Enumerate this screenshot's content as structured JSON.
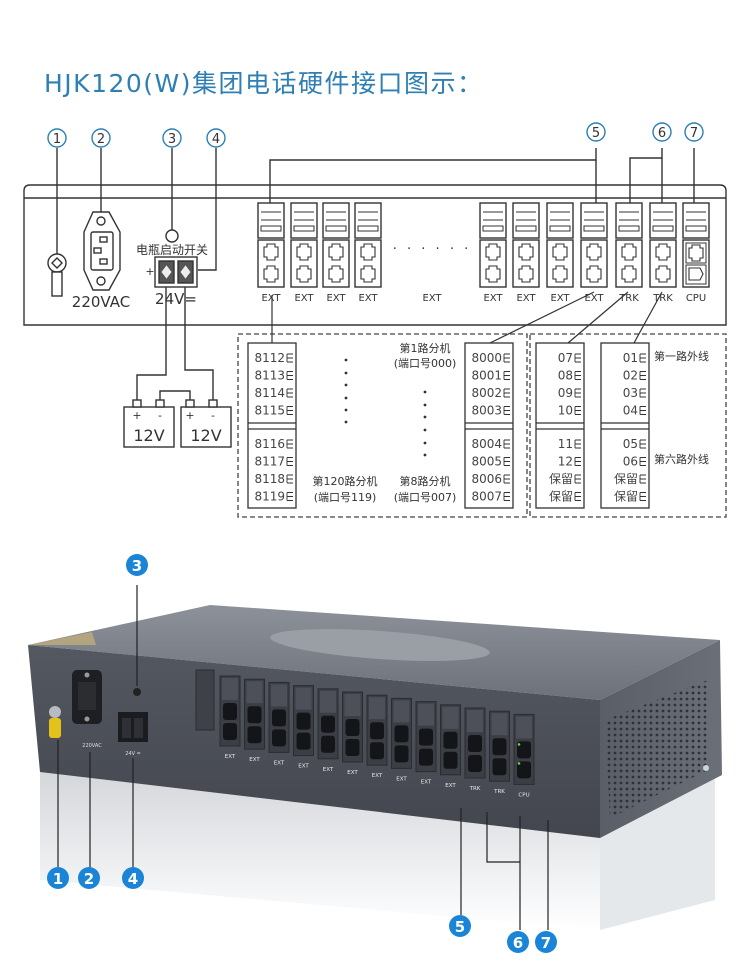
{
  "title": "HJK120(W)集团电话硬件接口图示：",
  "colors": {
    "title": "#2d7fb4",
    "callout_ring": "#2d7fb4",
    "badge": "#1a85d6",
    "line": "#333333",
    "panel_photo": "#4a4e57"
  },
  "callouts": [
    "1",
    "2",
    "3",
    "4",
    "5",
    "6",
    "7"
  ],
  "schematic": {
    "power_label": "220VAC",
    "battery_switch_label": "电瓶启动开关",
    "dc_label": "24V=",
    "plus": "+",
    "minus": "-",
    "dots": "· · · · · ·",
    "ports_left": [
      "EXT",
      "EXT",
      "EXT",
      "EXT"
    ],
    "middle_port": "EXT",
    "ports_right": [
      "EXT",
      "EXT",
      "EXT",
      "EXT",
      "TRK",
      "TRK",
      "CPU"
    ],
    "batteries": [
      {
        "label": "12V",
        "plus": "+",
        "minus": "-"
      },
      {
        "label": "12V",
        "plus": "+",
        "minus": "-"
      }
    ]
  },
  "extension_block": {
    "left_top": [
      "8112",
      "8113",
      "8114",
      "8115"
    ],
    "left_bottom": [
      "8116",
      "8117",
      "8118",
      "8119"
    ],
    "right_top": [
      "8000",
      "8001",
      "8002",
      "8003"
    ],
    "right_bottom": [
      "8004",
      "8005",
      "8006",
      "8007"
    ],
    "note_first": {
      "line1": "第1路分机",
      "line2": "(端口号000)"
    },
    "note_120": {
      "line1": "第120路分机",
      "line2": "(端口号119)"
    },
    "note_8": {
      "line1": "第8路分机",
      "line2": "(端口号007)"
    }
  },
  "trunk_block": {
    "left_top": [
      "07",
      "08",
      "09",
      "10"
    ],
    "left_bottom": [
      "11",
      "12",
      "保留",
      "保留"
    ],
    "right_top": [
      "01",
      "02",
      "03",
      "04"
    ],
    "right_bottom": [
      "05",
      "06",
      "保留",
      "保留"
    ],
    "note_first": "第一路外线",
    "note_sixth": "第六路外线"
  },
  "photo": {
    "ext_labels": [
      "EXT",
      "EXT",
      "EXT",
      "EXT",
      "EXT",
      "EXT",
      "EXT",
      "EXT",
      "EXT",
      "EXT"
    ],
    "trk_labels": [
      "TRK",
      "TRK"
    ],
    "cpu_label": "CPU",
    "power_label": "220VAC",
    "dc_label": "24V ="
  }
}
